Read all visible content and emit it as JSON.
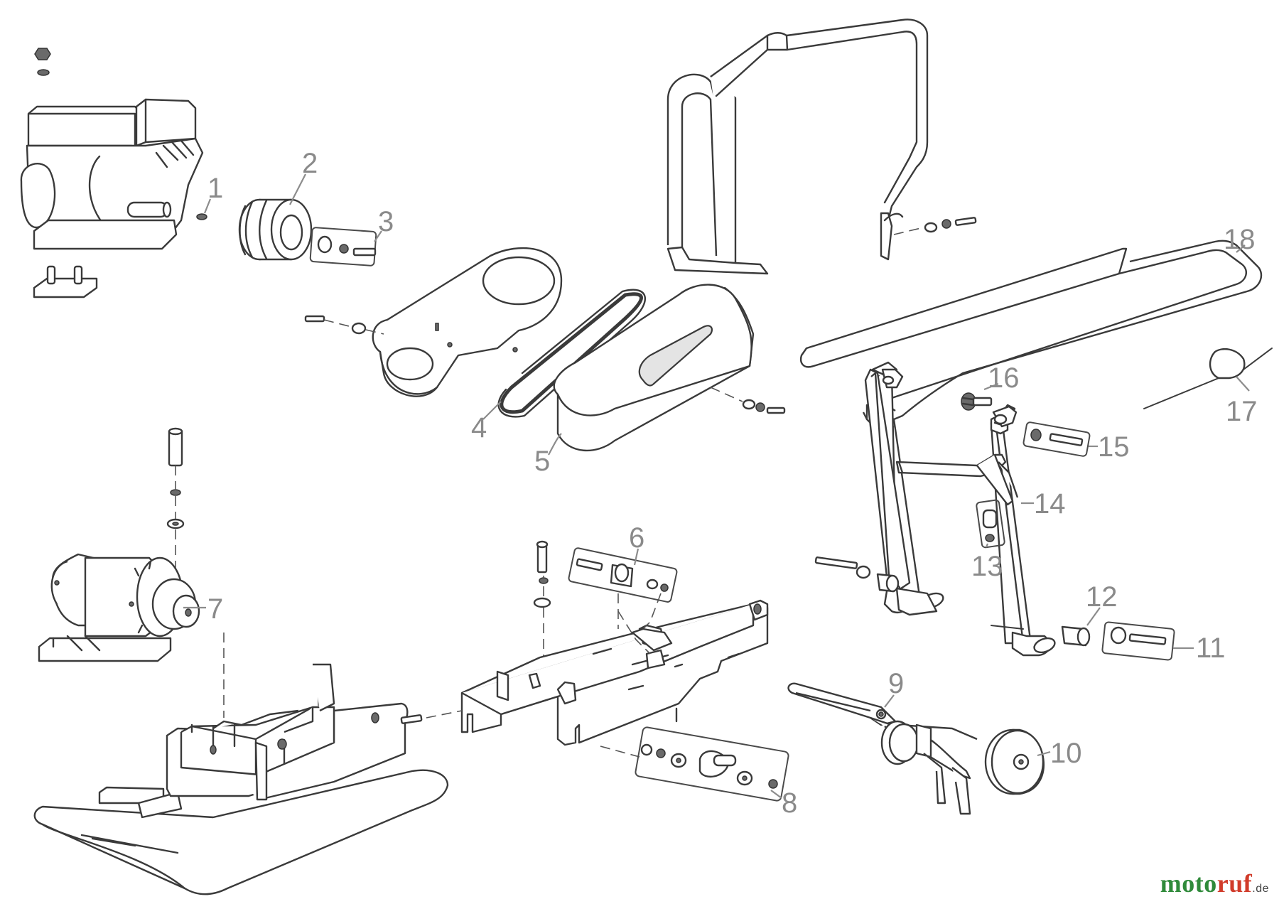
{
  "part_labels": [
    {
      "id": "1",
      "text": "1"
    },
    {
      "id": "2",
      "text": "2"
    },
    {
      "id": "3",
      "text": "3"
    },
    {
      "id": "4",
      "text": "4"
    },
    {
      "id": "5",
      "text": "5"
    },
    {
      "id": "6",
      "text": "6"
    },
    {
      "id": "7",
      "text": "7"
    },
    {
      "id": "8",
      "text": "8"
    },
    {
      "id": "9",
      "text": "9"
    },
    {
      "id": "10",
      "text": "10"
    },
    {
      "id": "11",
      "text": "11"
    },
    {
      "id": "12",
      "text": "12"
    },
    {
      "id": "13",
      "text": "13"
    },
    {
      "id": "14",
      "text": "14"
    },
    {
      "id": "15",
      "text": "15"
    },
    {
      "id": "16",
      "text": "16"
    },
    {
      "id": "17",
      "text": "17"
    },
    {
      "id": "18",
      "text": "18"
    }
  ],
  "brand": {
    "part1": "moto",
    "part2": "ruf",
    "suffix": ".de"
  },
  "colors": {
    "label_gray": "#8a8a8a",
    "line": "#3a3a3a",
    "brand_green": "#2f8a3a",
    "brand_red": "#d13b2a"
  }
}
